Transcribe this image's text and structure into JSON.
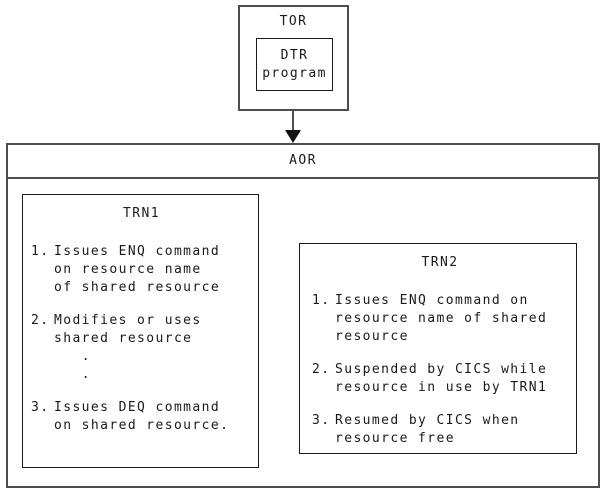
{
  "colors": {
    "background": "#ffffff",
    "text": "#1a1a1a",
    "outer_border": "#4d4d4d",
    "inner_border": "#1a1a1a",
    "arrowhead": "#111111"
  },
  "tor": {
    "title": "TOR",
    "dtr_program": "DTR\nprogram"
  },
  "aor": {
    "title": "AOR",
    "trn1": {
      "title": "TRN1",
      "items": [
        {
          "num": "1.",
          "text": "Issues ENQ command\non resource name\nof shared resource"
        },
        {
          "num": "2.",
          "text": "Modifies or uses\nshared resource\n   .\n   ."
        },
        {
          "num": "3.",
          "text": "Issues DEQ command\non shared resource."
        }
      ]
    },
    "trn2": {
      "title": "TRN2",
      "items": [
        {
          "num": "1.",
          "text": "Issues ENQ command on\nresource name of shared\nresource"
        },
        {
          "num": "2.",
          "text": "Suspended by CICS while\nresource in use by TRN1"
        },
        {
          "num": "3.",
          "text": "Resumed by CICS when\nresource free"
        }
      ]
    }
  }
}
